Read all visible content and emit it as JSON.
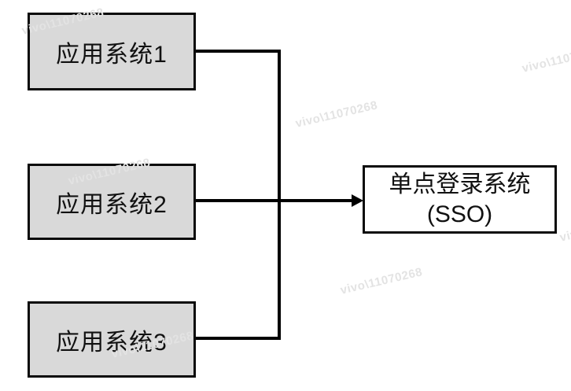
{
  "diagram": {
    "title_hint": "SSO single sign-on architecture diagram",
    "nodes": {
      "app1": {
        "label": "应用系统1"
      },
      "app2": {
        "label": "应用系统2"
      },
      "app3": {
        "label": "应用系统3"
      },
      "sso": {
        "label_line1": "单点登录系统",
        "label_line2": "(SSO)"
      }
    },
    "edges": [
      {
        "from": "app1",
        "to": "sso",
        "arrow": false
      },
      {
        "from": "app2",
        "to": "sso",
        "arrow": true
      },
      {
        "from": "app3",
        "to": "sso",
        "arrow": false
      }
    ],
    "colors": {
      "app_node_fill": "#d9d9d9",
      "sso_node_fill": "#ffffff",
      "node_border": "#0a0a0a",
      "connector": "#000000",
      "text": "#111111",
      "watermark": "#e3e3e3",
      "background": "#ffffff"
    }
  },
  "watermark": {
    "text": "vivo\\11070268"
  }
}
